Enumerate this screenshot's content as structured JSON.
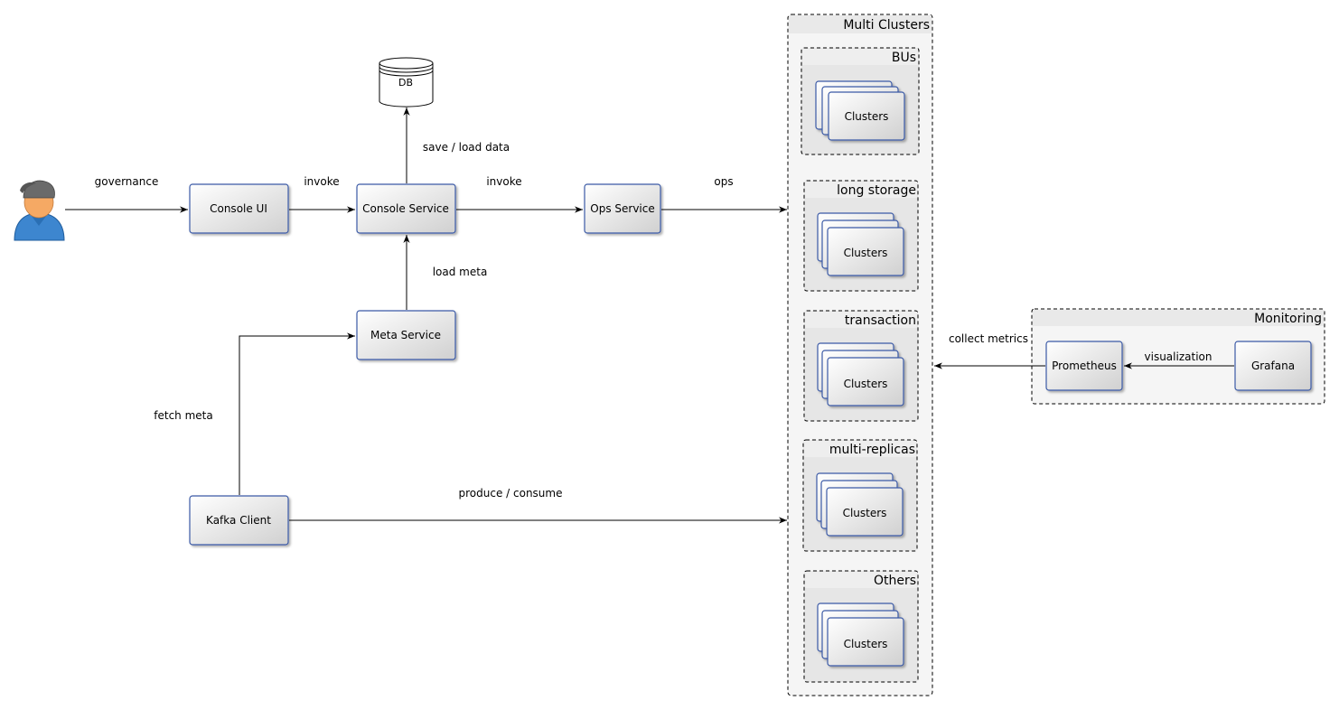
{
  "nodes": {
    "console_ui": "Console UI",
    "console_service": "Console Service",
    "ops_service": "Ops Service",
    "meta_service": "Meta Service",
    "kafka_client": "Kafka Client",
    "db": "DB",
    "prometheus": "Prometheus",
    "grafana": "Grafana"
  },
  "edges": {
    "governance": "governance",
    "invoke_1": "invoke",
    "invoke_2": "invoke",
    "ops": "ops",
    "save_load": "save / load data",
    "load_meta": "load meta",
    "fetch_meta": "fetch meta",
    "produce_consume": "produce / consume",
    "collect_metrics": "collect metrics",
    "visualization": "visualization"
  },
  "groups": {
    "multi_clusters": "Multi Clusters",
    "monitoring": "Monitoring",
    "subgroups": [
      "BUs",
      "long storage",
      "transaction",
      "multi-replicas",
      "Others"
    ],
    "clusters_label": "Clusters"
  },
  "icons": {
    "user": "user-avatar-icon",
    "database": "database-cylinder-icon"
  },
  "colors": {
    "node_border": "#3b5aa6",
    "node_fill_top": "#ffffff",
    "node_fill_bottom": "#d2d2d2",
    "group_fill": "#f4f4f4",
    "group_header": "#e6e6e6"
  }
}
